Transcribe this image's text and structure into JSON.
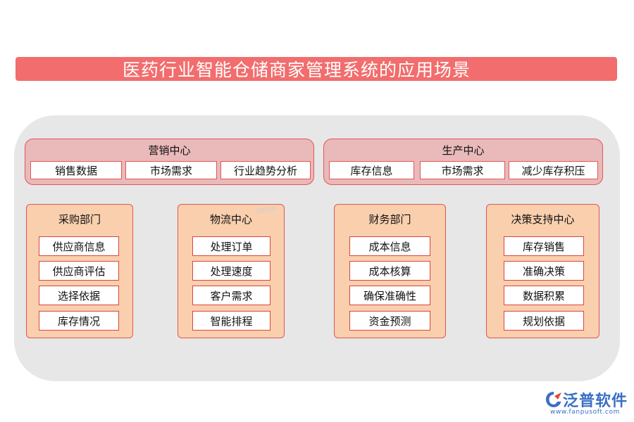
{
  "title": "医药行业智能仓储商家管理系统的应用场景",
  "marketing": {
    "title": "营销中心",
    "items": [
      "销售数据",
      "市场需求",
      "行业趋势分析"
    ]
  },
  "production": {
    "title": "生产中心",
    "items": [
      "库存信息",
      "市场需求",
      "减少库存积压"
    ]
  },
  "departments": [
    {
      "title": "采购部门",
      "items": [
        "供应商信息",
        "供应商评估",
        "选择依据",
        "库存情况"
      ]
    },
    {
      "title": "物流中心",
      "items": [
        "处理订单",
        "处理速度",
        "客户需求",
        "智能排程"
      ]
    },
    {
      "title": "财务部门",
      "items": [
        "成本信息",
        "成本核算",
        "确保准确性",
        "资金预测"
      ]
    },
    {
      "title": "决策支持中心",
      "items": [
        "库存销售",
        "准确决策",
        "数据积累",
        "规划依据"
      ]
    }
  ],
  "watermark": "泛普软件",
  "logo": {
    "name": "泛普软件",
    "url": "www.fanpusoft.com",
    "icon": "fanpu-logo-icon",
    "color": "#3a6fc4"
  },
  "colors": {
    "title_bar": "#f26d6d",
    "canvas": "#e7e7e7",
    "center_fill": "#eab9b9",
    "dept_fill": "#f9cfae",
    "border": "#e25656"
  }
}
